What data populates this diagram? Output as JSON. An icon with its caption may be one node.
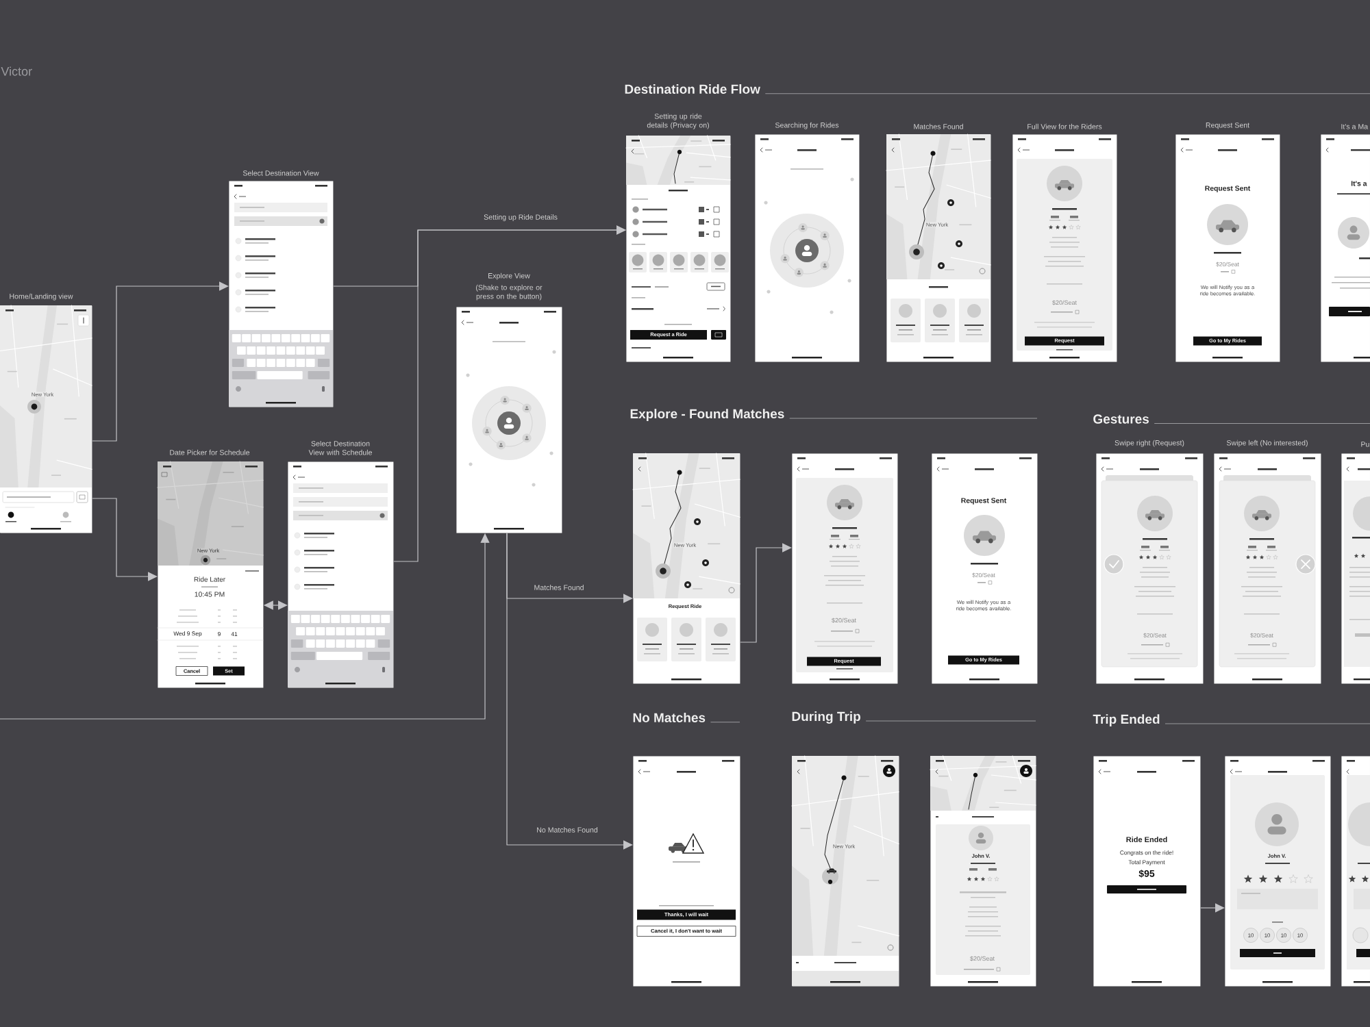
{
  "diagram": {
    "nodes": [
      {
        "text": [
          "Home/Landing view",
          "New York"
        ]
      },
      {
        "text": [
          "Select Destination View"
        ]
      },
      {
        "text": [
          "Date Picker for Schedule",
          "New York",
          "Ride Later",
          "10:45 PM",
          "Wed 9 Sep",
          "9",
          "41",
          "Cancel",
          "Set"
        ]
      },
      {
        "text": [
          "Select Destination View with Schedule"
        ]
      },
      {
        "text": [
          "Explore View",
          "(Shake to explore or press on the button)"
        ]
      },
      {
        "text": [
          "Setting up ride details (Privacy on)",
          "Request a Ride"
        ]
      },
      {
        "text": [
          "Searching for Rides"
        ]
      },
      {
        "text": [
          "Matches Found",
          "New York"
        ]
      },
      {
        "text": [
          "Full View for the Riders",
          "$20/Seat",
          "Request"
        ]
      },
      {
        "text": [
          "Request Sent",
          "Request Sent",
          "$20/Seat",
          "We will Notify you as a ride becomes available.",
          "Go to My Rides"
        ]
      },
      {
        "text": [
          "It's a Ma",
          "It's a"
        ]
      },
      {
        "text": [
          "New York",
          "Request Ride"
        ]
      },
      {
        "text": [
          "$20/Seat",
          "Request"
        ]
      },
      {
        "text": [
          "Request Sent",
          "$20/Seat",
          "We will Notify you as a ride becomes available.",
          "Go to My Rides"
        ]
      },
      {
        "text": [
          "Swipe right (Request)",
          "$20/Seat"
        ]
      },
      {
        "text": [
          "Swipe left (No interested)",
          "$20/Seat"
        ]
      },
      {
        "text": [
          "Pu"
        ]
      },
      {
        "text": [
          "Thanks, I will wait",
          "Cancel it, I don't want to wait"
        ]
      },
      {
        "text": [
          "New York"
        ]
      },
      {
        "text": [
          "John V.",
          "$20/Seat"
        ]
      },
      {
        "text": [
          "Ride Ended",
          "Congrats on the ride!",
          "Total Payment",
          "$95"
        ]
      },
      {
        "text": [
          "John V.",
          "10",
          "10",
          "10",
          "10"
        ]
      },
      {
        "text": [],
        "shape": "picture"
      }
    ],
    "edges": [
      {
        "from": 0,
        "to": 1,
        "arrow": "to"
      },
      {
        "from": 0,
        "to": 2,
        "arrow": "to"
      },
      {
        "from": 2,
        "to": 3,
        "arrow": "both"
      },
      {
        "from": 1,
        "to": 5,
        "arrow": "to",
        "label": "Setting up Ride Details"
      },
      {
        "from": 3,
        "to": 5,
        "arrow": "to"
      },
      {
        "from": null,
        "to": 4,
        "arrow": "to"
      },
      {
        "from": 4,
        "to": 11,
        "arrow": "to",
        "label": "Matches Found"
      },
      {
        "from": 4,
        "to": 17,
        "arrow": "to",
        "label": "No Matches Found"
      },
      {
        "from": 11,
        "to": 12,
        "arrow": "to"
      },
      {
        "from": 20,
        "to": 21,
        "arrow": "to"
      }
    ],
    "labels": [
      "Victor",
      "Destination Ride Flow",
      "Explore - Found Matches",
      "Gestures",
      "No Matches",
      "During Trip",
      "Trip Ended"
    ]
  }
}
